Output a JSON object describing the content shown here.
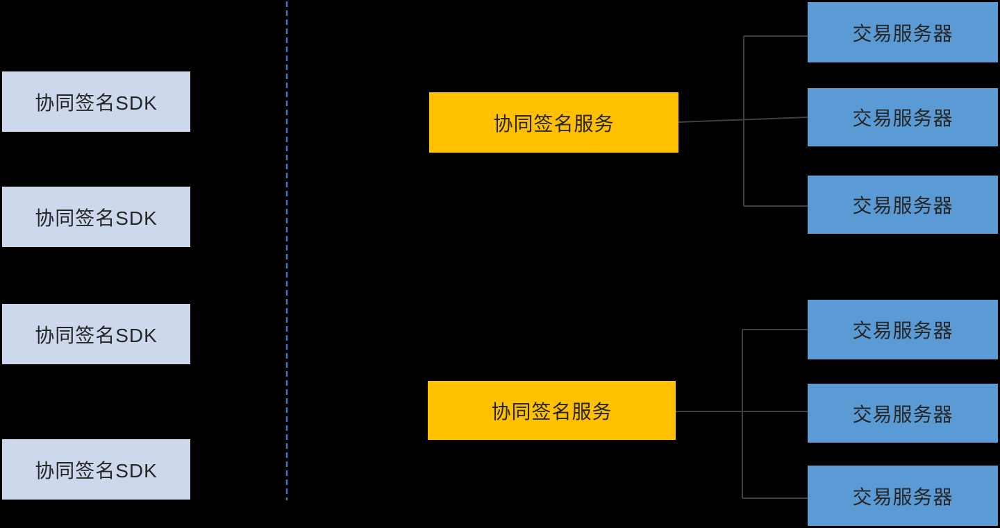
{
  "diagram": {
    "sdk_nodes": [
      {
        "label": "协同签名SDK"
      },
      {
        "label": "协同签名SDK"
      },
      {
        "label": "协同签名SDK"
      },
      {
        "label": "协同签名SDK"
      }
    ],
    "clusters": [
      {
        "service": {
          "label": "协同签名服务"
        },
        "servers": [
          {
            "label": "交易服务器"
          },
          {
            "label": "交易服务器"
          },
          {
            "label": "交易服务器"
          }
        ]
      },
      {
        "service": {
          "label": "协同签名服务"
        },
        "servers": [
          {
            "label": "交易服务器"
          },
          {
            "label": "交易服务器"
          },
          {
            "label": "交易服务器"
          }
        ]
      }
    ]
  },
  "colors": {
    "background": "#000000",
    "sdk_box_fill": "#CDD8EC",
    "service_box_fill": "#FFC000",
    "server_box_fill": "#5B9BD5",
    "box_text": "#262626",
    "connector_line": "#404040",
    "separator_line": "#4472C4"
  }
}
